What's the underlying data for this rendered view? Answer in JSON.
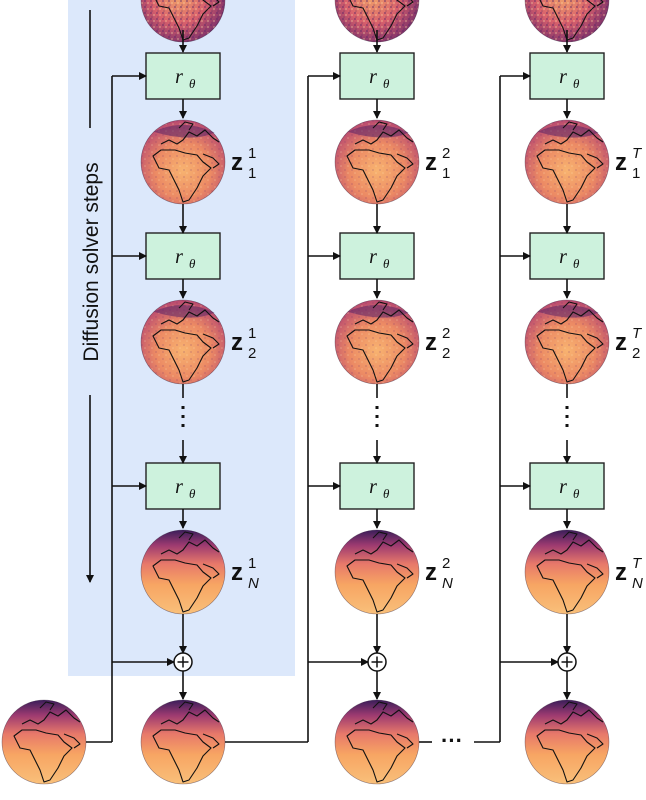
{
  "sidebar_label": "Diffusion solver steps",
  "block_label": "r",
  "block_subscript": "θ",
  "sum_symbol": "+",
  "ellipsis_horizontal": "···",
  "columns": [
    {
      "superscript": "1",
      "states": [
        {
          "base": "z",
          "sub": "1",
          "sup": "1"
        },
        {
          "base": "z",
          "sub": "2",
          "sup": "1"
        },
        {
          "base": "z",
          "sub": "N",
          "sup": "1"
        }
      ]
    },
    {
      "superscript": "2",
      "states": [
        {
          "base": "z",
          "sub": "1",
          "sup": "2"
        },
        {
          "base": "z",
          "sub": "2",
          "sup": "2"
        },
        {
          "base": "z",
          "sub": "N",
          "sup": "2"
        }
      ]
    },
    {
      "superscript": "T",
      "states": [
        {
          "base": "z",
          "sub": "1",
          "sup": "T"
        },
        {
          "base": "z",
          "sub": "2",
          "sup": "T"
        },
        {
          "base": "z",
          "sub": "N",
          "sup": "T"
        }
      ]
    }
  ],
  "colors": {
    "panel": "#dce8fb",
    "block_fill": "#cdf2dd",
    "block_stroke": "#222222",
    "globe_dark": "#3b1d5a",
    "globe_mid": "#d9586a",
    "globe_warm": "#f7a15c",
    "globe_light": "#fde6b0"
  }
}
